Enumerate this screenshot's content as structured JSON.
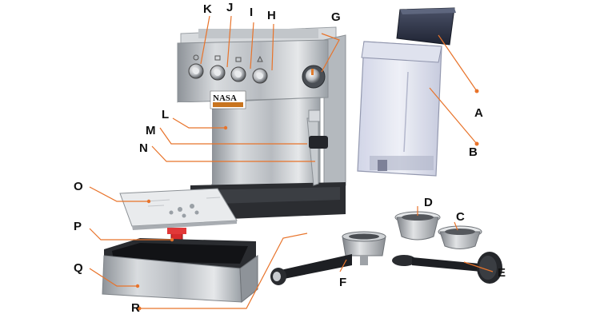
{
  "diagram": {
    "labels": {
      "A": "A",
      "B": "B",
      "C": "C",
      "D": "D",
      "E": "E",
      "F": "F",
      "G": "G",
      "H": "H",
      "I": "I",
      "J": "J",
      "K": "K",
      "L": "L",
      "M": "M",
      "N": "N",
      "O": "O",
      "P": "P",
      "Q": "Q",
      "R": "R"
    },
    "brand_logo_text": "NASA",
    "leader_color": "#e8732a"
  }
}
